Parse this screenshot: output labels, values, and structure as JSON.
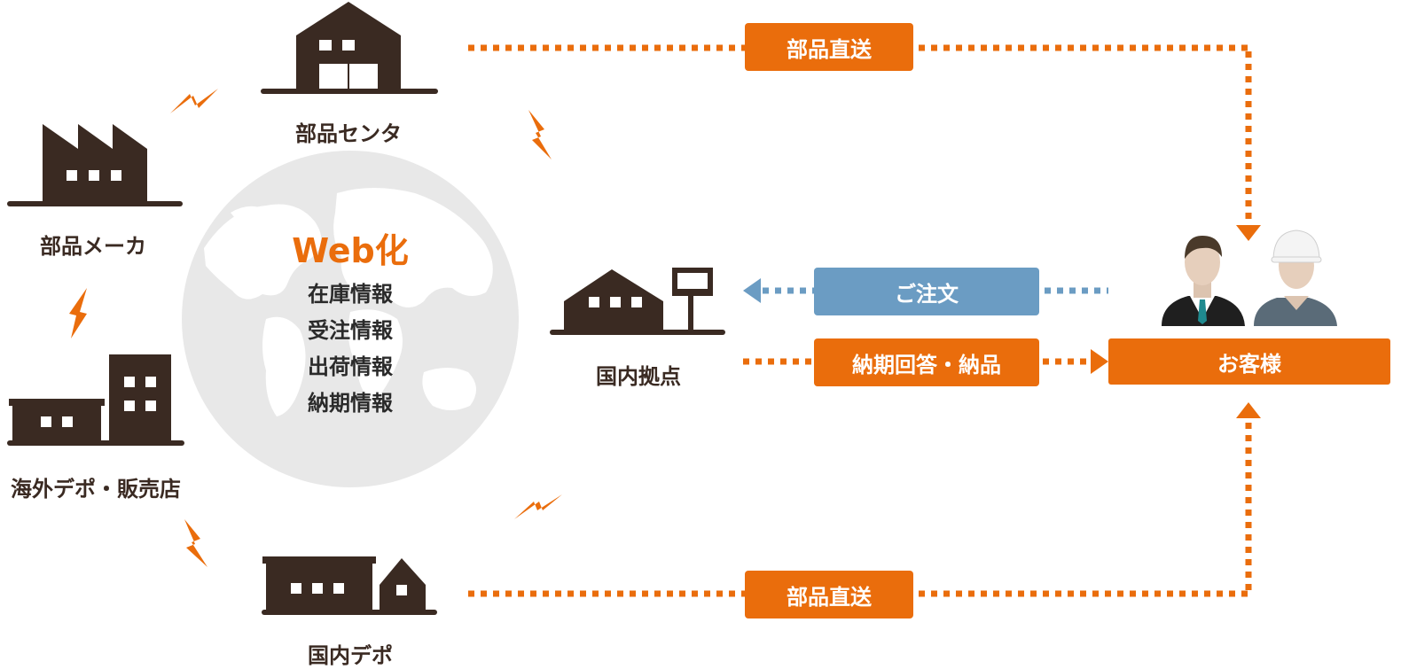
{
  "nodes": {
    "parts_center": "部品センタ",
    "parts_maker": "部品メーカ",
    "overseas_depot": "海外デポ・販売店",
    "domestic_depot": "国内デポ",
    "domestic_base": "国内拠点"
  },
  "web": {
    "title": "Web化",
    "items": [
      "在庫情報",
      "受注情報",
      "出荷情報",
      "納期情報"
    ]
  },
  "flows": {
    "direct_top": "部品直送",
    "direct_bottom": "部品直送",
    "order": "ご注文",
    "delivery": "納期回答・納品"
  },
  "customer": "お客様",
  "colors": {
    "accent": "#ea6d0c",
    "order_blue": "#6b9cc3",
    "building": "#3a2a22",
    "globe": "#e8e8e8"
  }
}
